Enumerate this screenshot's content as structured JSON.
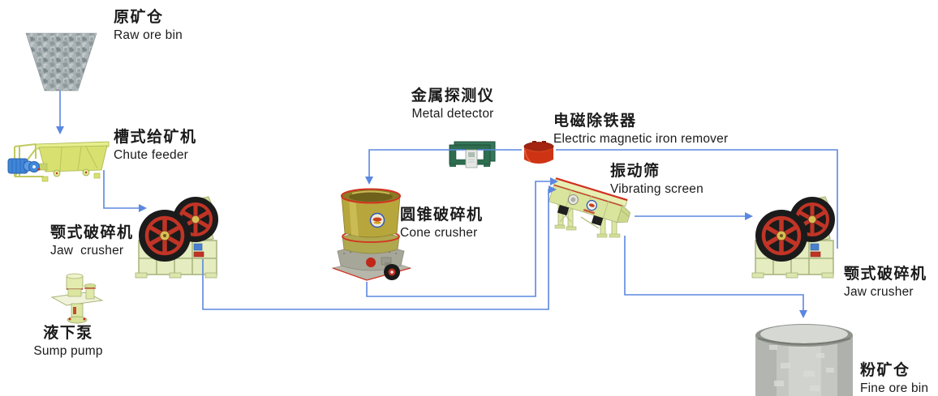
{
  "diagram": {
    "title": "",
    "arrow_color": "#5b87e0",
    "palette": {
      "machine_body_green": "#d9e37b",
      "crusher_body_pale": "#e3ebbd",
      "flywheel_black": "#1d1d1d",
      "flywheel_spoke_red": "#c23424",
      "motor_blue": "#3f86d8",
      "detector_green": "#2e6d4f",
      "iron_remover_red": "#ce3414",
      "cone_gold": "#b7a63c",
      "bin_gray": "#c4c7c2",
      "text_color": "#1b1b1b"
    },
    "nodes": [
      {
        "id": "raw-ore-bin",
        "zh": "原矿仓",
        "en": "Raw ore bin"
      },
      {
        "id": "chute-feeder",
        "zh": "槽式给矿机",
        "en": "Chute feeder"
      },
      {
        "id": "jaw-crusher-left",
        "zh": "颚式破碎机",
        "en": "Jaw  crusher"
      },
      {
        "id": "sump-pump",
        "zh": "液下泵",
        "en": "Sump pump"
      },
      {
        "id": "metal-detector",
        "zh": "金属探测仪",
        "en": "Metal detector"
      },
      {
        "id": "iron-remover",
        "zh": "电磁除铁器",
        "en": "Electric magnetic iron remover"
      },
      {
        "id": "cone-crusher",
        "zh": "圆锥破碎机",
        "en": "Cone crusher"
      },
      {
        "id": "vibrating-screen",
        "zh": "振动筛",
        "en": "Vibrating screen"
      },
      {
        "id": "jaw-crusher-right",
        "zh": "颚式破碎机",
        "en": "Jaw crusher"
      },
      {
        "id": "fine-ore-bin",
        "zh": "粉矿仓",
        "en": "Fine ore bin"
      }
    ],
    "edges": [
      {
        "from": "raw-ore-bin",
        "to": "chute-feeder"
      },
      {
        "from": "chute-feeder",
        "to": "jaw-crusher-left"
      },
      {
        "from": "jaw-crusher-left",
        "to": "vibrating-screen"
      },
      {
        "from": "cone-crusher",
        "to": "vibrating-screen"
      },
      {
        "from": "vibrating-screen",
        "to": "jaw-crusher-right"
      },
      {
        "from": "jaw-crusher-right",
        "to": "cone-crusher",
        "via": [
          "iron-remover",
          "metal-detector"
        ]
      },
      {
        "from": "vibrating-screen",
        "to": "fine-ore-bin"
      }
    ]
  }
}
